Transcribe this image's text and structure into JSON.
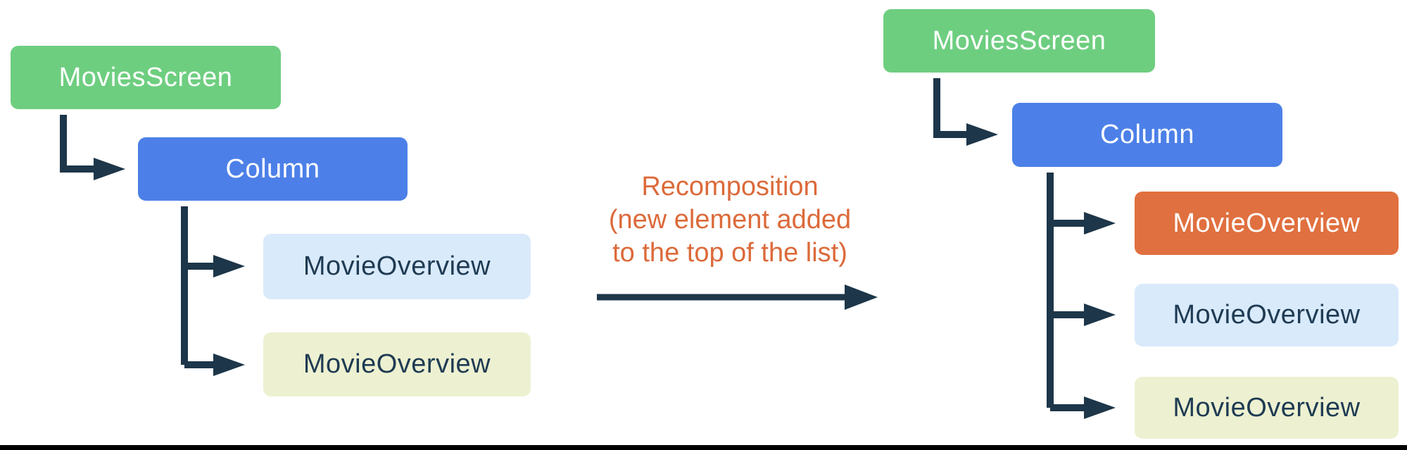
{
  "diagram": {
    "title_hint": "Jetpack Compose recomposition tree diagram",
    "left_tree": {
      "nodes": [
        {
          "label": "MoviesScreen",
          "bg": "#6ECE80",
          "fg": "#FFFFFF"
        },
        {
          "label": "Column",
          "bg": "#4C80E8",
          "fg": "#FFFFFF"
        },
        {
          "label": "MovieOverview",
          "bg": "#D9EAFB",
          "fg": "#1F3B53"
        },
        {
          "label": "MovieOverview",
          "bg": "#EDF1D1",
          "fg": "#1F3B53"
        }
      ]
    },
    "right_tree": {
      "nodes": [
        {
          "label": "MoviesScreen",
          "bg": "#6ECE80",
          "fg": "#FFFFFF"
        },
        {
          "label": "Column",
          "bg": "#4C80E8",
          "fg": "#FFFFFF"
        },
        {
          "label": "MovieOverview",
          "bg": "#E0703F",
          "fg": "#FFFFFF"
        },
        {
          "label": "MovieOverview",
          "bg": "#D9EAFB",
          "fg": "#1F3B53"
        },
        {
          "label": "MovieOverview",
          "bg": "#EDF1D1",
          "fg": "#1F3B53"
        }
      ]
    },
    "annotation": {
      "lines": [
        "Recomposition",
        "(new element added",
        "to the top of the list)"
      ],
      "color": "#DC6A3A"
    },
    "colors": {
      "connector_navy": "#1D3649",
      "screen_green": "#6ECE80",
      "column_blue": "#4C80E8",
      "overview_orange": "#E0703F",
      "overview_light_blue": "#D9EAFB",
      "overview_pale_yellow": "#EDF1D1",
      "bottom_rule_black": "#000000"
    }
  }
}
